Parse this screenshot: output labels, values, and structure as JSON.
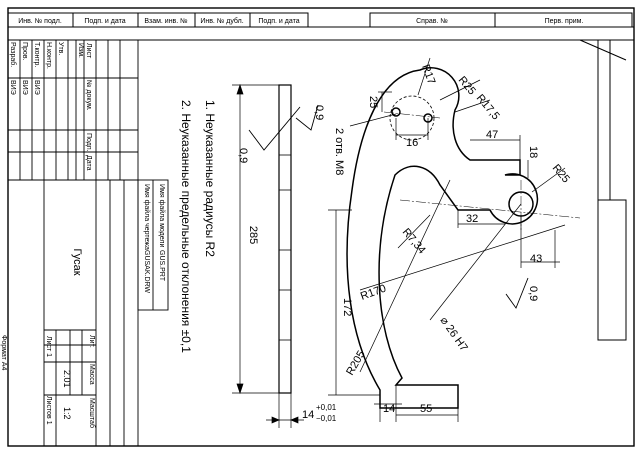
{
  "top_header": {
    "cells": [
      "Инв. № подл.",
      "Подп. и дата",
      "Взам. инв. №",
      "Инв. № дубл.",
      "Подп. и дата",
      "Справ. №",
      "Перв. прим."
    ]
  },
  "notes": {
    "line1": "1. Неуказанные радиусы R2",
    "line2": "2. Неуказанные предельные отклонения ±0,1"
  },
  "dimensions": {
    "r17": "R17",
    "r25_top": "R25",
    "r17_5": "R17,5",
    "d25": "25",
    "d16": "16",
    "d47": "47",
    "d18": "18",
    "r25_right": "R25",
    "holes": "2 отв. M8",
    "d32": "32",
    "r7_34": "R7,34",
    "d43": "43",
    "r170": "R170",
    "d172": "172",
    "dia26": "⌀ 26 H7",
    "r205": "R205",
    "d285": "285",
    "d14": "14",
    "d55": "55",
    "d14_tol": "14",
    "tol_upper": "+0,01",
    "tol_lower": "−0,01",
    "rough1": "0,9",
    "rough2": "0,9",
    "rough3": "0,9"
  },
  "change_table": {
    "headers": [
      "Изм.",
      "Лист",
      "№ докум.",
      "Подп.",
      "Дата"
    ],
    "roles": [
      "Разраб.",
      "Пров.",
      "Т.контр.",
      "Н.контр.",
      "Утв."
    ],
    "group": [
      "ВИЭ",
      "ВИЭ",
      "ВИЭ"
    ]
  },
  "title_block": {
    "name": "Гусак",
    "file_label1": "Имя файла чертежа",
    "file_value1": "GUSAK.DRW",
    "file_label2": "Имя файла модели",
    "file_value2": "GUS.PRT",
    "lit": "Лит.",
    "mass": "Масса",
    "scale": "Масштаб",
    "mass_value": "2.01",
    "scale_value": "1:2",
    "sheet": "Лист 1",
    "sheets": "Листов 1",
    "format": "Формат А4"
  }
}
